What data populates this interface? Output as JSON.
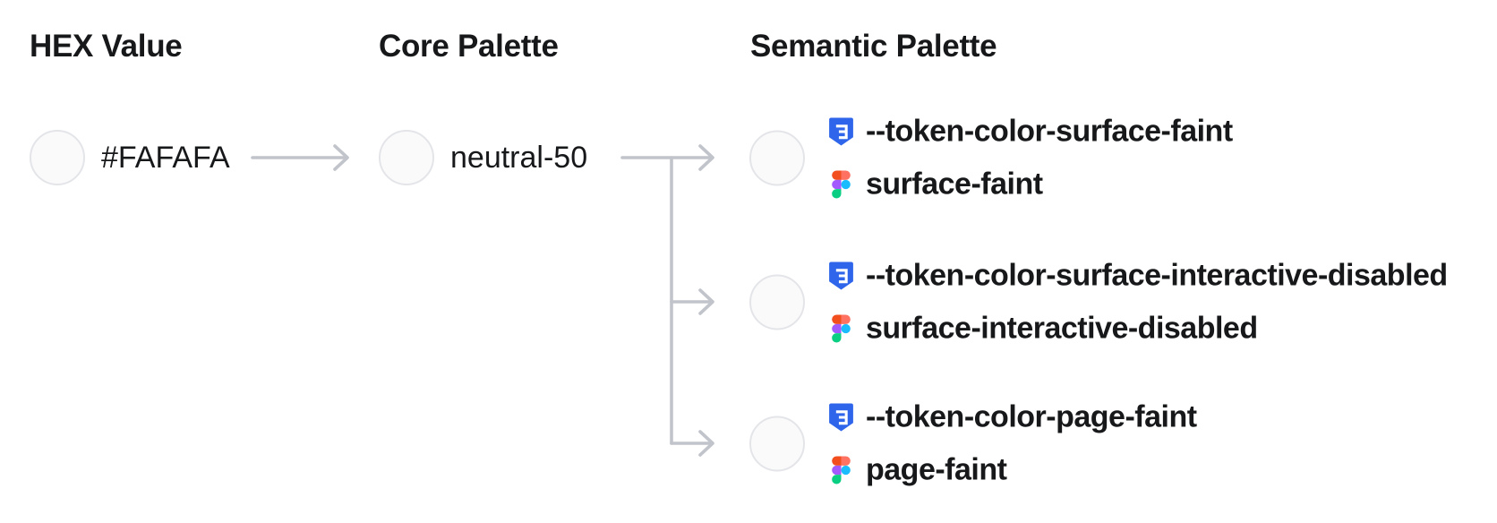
{
  "columns": {
    "hex": "HEX Value",
    "core": "Core Palette",
    "semantic": "Semantic Palette"
  },
  "hex": {
    "value": "#FAFAFA"
  },
  "core": {
    "name": "neutral-50"
  },
  "semantic_tokens": [
    {
      "css_variable": "--token-color-surface-faint",
      "figma_name": "surface-faint"
    },
    {
      "css_variable": "--token-color-surface-interactive-disabled",
      "figma_name": "surface-interactive-disabled"
    },
    {
      "css_variable": "--token-color-page-faint",
      "figma_name": "page-faint"
    }
  ],
  "icons": {
    "css_variable_icon": "css3-shield-icon",
    "figma_icon": "figma-logo-icon"
  },
  "colors": {
    "text": "#17181A",
    "line": "#C1C4CB",
    "swatch_fill": "#FAFAFA",
    "swatch_border": "#E4E5E9",
    "css_icon_blue": "#2E65EA",
    "figma_red": "#F24E1E",
    "figma_salmon": "#FF7262",
    "figma_purple": "#A259FF",
    "figma_blue": "#1ABCFE",
    "figma_green": "#0ACF83"
  }
}
